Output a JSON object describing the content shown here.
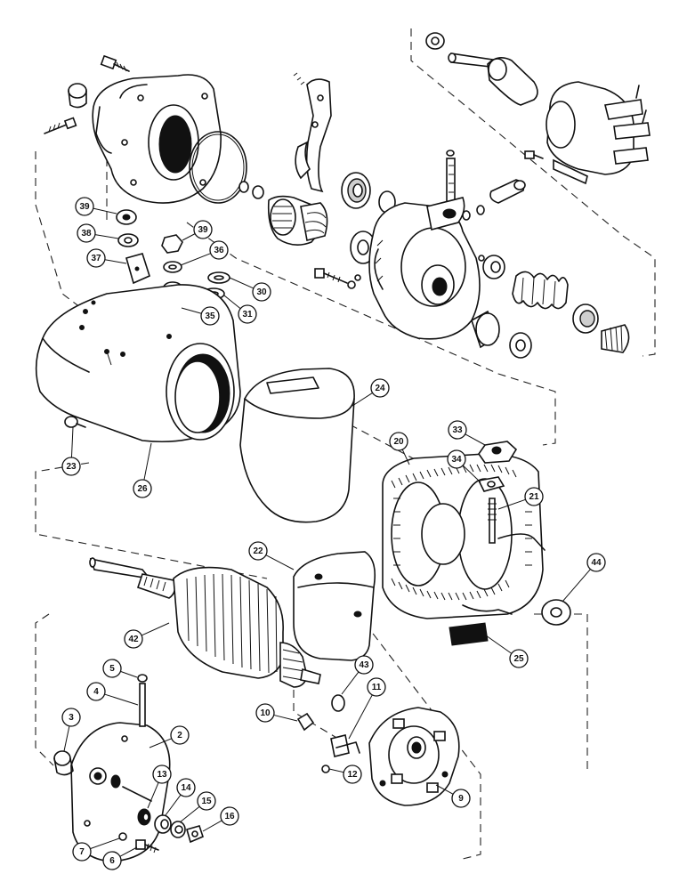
{
  "diagram": {
    "callouts": [
      {
        "id": "c39a",
        "label": "39"
      },
      {
        "id": "c38",
        "label": "38"
      },
      {
        "id": "c37",
        "label": "37"
      },
      {
        "id": "c39b",
        "label": "39"
      },
      {
        "id": "c36",
        "label": "36"
      },
      {
        "id": "c30",
        "label": "30"
      },
      {
        "id": "c31",
        "label": "31"
      },
      {
        "id": "c35",
        "label": "35"
      },
      {
        "id": "c24",
        "label": "24"
      },
      {
        "id": "c23",
        "label": "23"
      },
      {
        "id": "c26",
        "label": "26"
      },
      {
        "id": "c33",
        "label": "33"
      },
      {
        "id": "c34",
        "label": "34"
      },
      {
        "id": "c20",
        "label": "20"
      },
      {
        "id": "c21",
        "label": "21"
      },
      {
        "id": "c22",
        "label": "22"
      },
      {
        "id": "c44",
        "label": "44"
      },
      {
        "id": "c25",
        "label": "25"
      },
      {
        "id": "c42",
        "label": "42"
      },
      {
        "id": "c5",
        "label": "5"
      },
      {
        "id": "c4",
        "label": "4"
      },
      {
        "id": "c43",
        "label": "43"
      },
      {
        "id": "c11",
        "label": "11"
      },
      {
        "id": "c3",
        "label": "3"
      },
      {
        "id": "c2",
        "label": "2"
      },
      {
        "id": "c10",
        "label": "10"
      },
      {
        "id": "c13",
        "label": "13"
      },
      {
        "id": "c14",
        "label": "14"
      },
      {
        "id": "c15",
        "label": "15"
      },
      {
        "id": "c16",
        "label": "16"
      },
      {
        "id": "c12",
        "label": "12"
      },
      {
        "id": "c9",
        "label": "9"
      },
      {
        "id": "c7",
        "label": "7"
      },
      {
        "id": "c6",
        "label": "6"
      }
    ]
  }
}
